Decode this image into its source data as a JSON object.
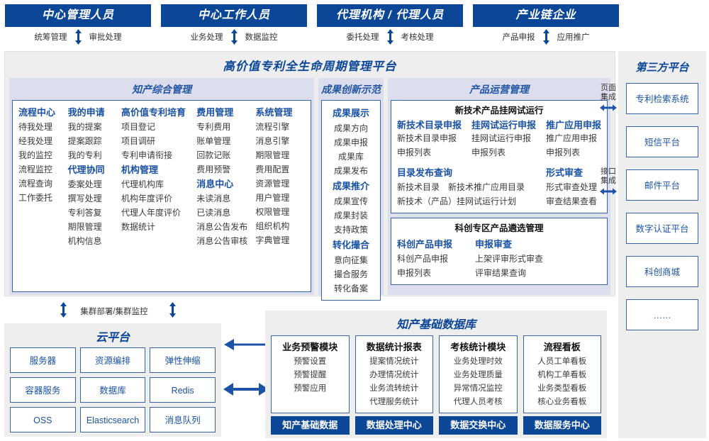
{
  "actors": [
    {
      "title": "中心管理人员",
      "left": "统筹管理",
      "right": "审批处理"
    },
    {
      "title": "中心工作人员",
      "left": "业务处理",
      "right": "数据监控"
    },
    {
      "title": "代理机构 / 代理人员",
      "left": "委托处理",
      "right": "考核处理"
    },
    {
      "title": "产业链企业",
      "left": "产品申报",
      "right": "应用推广"
    }
  ],
  "platform": {
    "title": "高价值专利全生命周期管理平台",
    "zhichan": {
      "title": "知产综合管理",
      "columns": [
        {
          "groups": [
            {
              "name": "流程中心",
              "items": [
                "待我处理",
                "经我处理",
                "我的监控",
                "流程监控",
                "流程查询",
                "工作委托"
              ]
            }
          ]
        },
        {
          "groups": [
            {
              "name": "我的申请",
              "items": [
                "我的提案",
                "提案跟踪",
                "我的专利"
              ]
            },
            {
              "name": "代理协同",
              "items": [
                "委案处理",
                "撰写处理",
                "专利答复",
                "期限管理",
                "机构信息"
              ]
            }
          ]
        },
        {
          "groups": [
            {
              "name": "高价值专利培育",
              "items": [
                "项目登记",
                "项目调研",
                "专利申请衔接"
              ]
            },
            {
              "name": "机构管理",
              "items": [
                "代理机构库",
                "机构年度评价",
                "代理人年度评价",
                "数据统计"
              ]
            }
          ]
        },
        {
          "groups": [
            {
              "name": "费用管理",
              "items": [
                "专利费用",
                "账单管理",
                "回款记账",
                "费用预警"
              ]
            },
            {
              "name": "消息中心",
              "items": [
                "未读消息",
                "已读消息",
                "消息公告发布",
                "消息公告审核"
              ]
            }
          ]
        },
        {
          "groups": [
            {
              "name": "系统管理",
              "items": [
                "流程引擎",
                "消息引擎",
                "期限管理",
                "费用配置",
                "资源管理",
                "用户管理",
                "权限管理",
                "组织机构",
                "字典管理"
              ]
            }
          ]
        }
      ]
    },
    "chengguo": {
      "title": "成果创新示范",
      "groups": [
        {
          "name": "成果展示",
          "items": [
            "成果方向",
            "成果申报",
            "成果库",
            "成果发布"
          ]
        },
        {
          "name": "成果推介",
          "items": [
            "成果宣传",
            "成果封装",
            "支持政策"
          ]
        },
        {
          "name": "转化撮合",
          "items": [
            "意向征集",
            "撮合服务",
            "转化备案"
          ]
        }
      ]
    },
    "chanpin": {
      "title": "产品运营管理",
      "boxA": {
        "header": "新技术产品挂网试运行",
        "triple": [
          {
            "name": "新技术目录申报",
            "items": [
              "新技术目录申报",
              "申报列表"
            ]
          },
          {
            "name": "挂网试运行申报",
            "items": [
              "挂网试运行申报",
              "申报列表"
            ]
          },
          {
            "name": "推广应用申报",
            "items": [
              "推广应用申报",
              "申报列表"
            ]
          }
        ],
        "duo": [
          {
            "name": "目录发布查询",
            "row1": [
              "新技术目录",
              "新技术推广应用目录"
            ],
            "row2": [
              "新技术（产品）挂网试运行计划"
            ]
          },
          {
            "name": "形式审查",
            "items": [
              "形式审查处理",
              "审查结果查看"
            ]
          }
        ]
      },
      "boxB": {
        "header": "科创专区产品遴选管理",
        "duo": [
          {
            "name": "科创产品申报",
            "items": [
              "科创产品申报",
              "申报列表"
            ]
          },
          {
            "name": "申报审查",
            "items": [
              "上架评审形式审查",
              "评审结果查询"
            ]
          }
        ]
      }
    }
  },
  "integration": [
    {
      "text": "页面集成"
    },
    {
      "text": "接口集成"
    }
  ],
  "third_party": {
    "title": "第三方平台",
    "items": [
      "专利检索系统",
      "短信平台",
      "邮件平台",
      "数字认证平台",
      "科创商城",
      "……"
    ]
  },
  "cluster_label": "集群部署/集群监控",
  "cloud": {
    "title": "云平台",
    "cells": [
      "服务器",
      "资源编排",
      "弹性伸缩",
      "容器服务",
      "数据库",
      "Redis",
      "OSS",
      "Elasticsearch",
      "消息队列"
    ]
  },
  "database": {
    "title": "知产基础数据库",
    "columns": [
      {
        "header": "业务预警模块",
        "items": [
          "预警设置",
          "预警提醒",
          "预警应用"
        ],
        "footer": "知产基础数据"
      },
      {
        "header": "数据统计报表",
        "items": [
          "提案情况统计",
          "办理情况统计",
          "业务流转统计",
          "代理服务统计"
        ],
        "footer": "数据处理中心"
      },
      {
        "header": "考核统计模块",
        "items": [
          "业务处理时效",
          "业务处理质量",
          "异常情况监控",
          "代理人员考核"
        ],
        "footer": "数据交换中心"
      },
      {
        "header": "流程看板",
        "items": [
          "人员工单看板",
          "机构工单看板",
          "业务类型看板",
          "核心业务看板"
        ],
        "footer": "数据服务中心"
      }
    ]
  },
  "colors": {
    "header_blue": "#0b4697",
    "group_blue": "#1a52a3",
    "panel_bg": "#dcdeed",
    "section_bg": "#eeeeee",
    "border_blue": "#3465ab"
  }
}
